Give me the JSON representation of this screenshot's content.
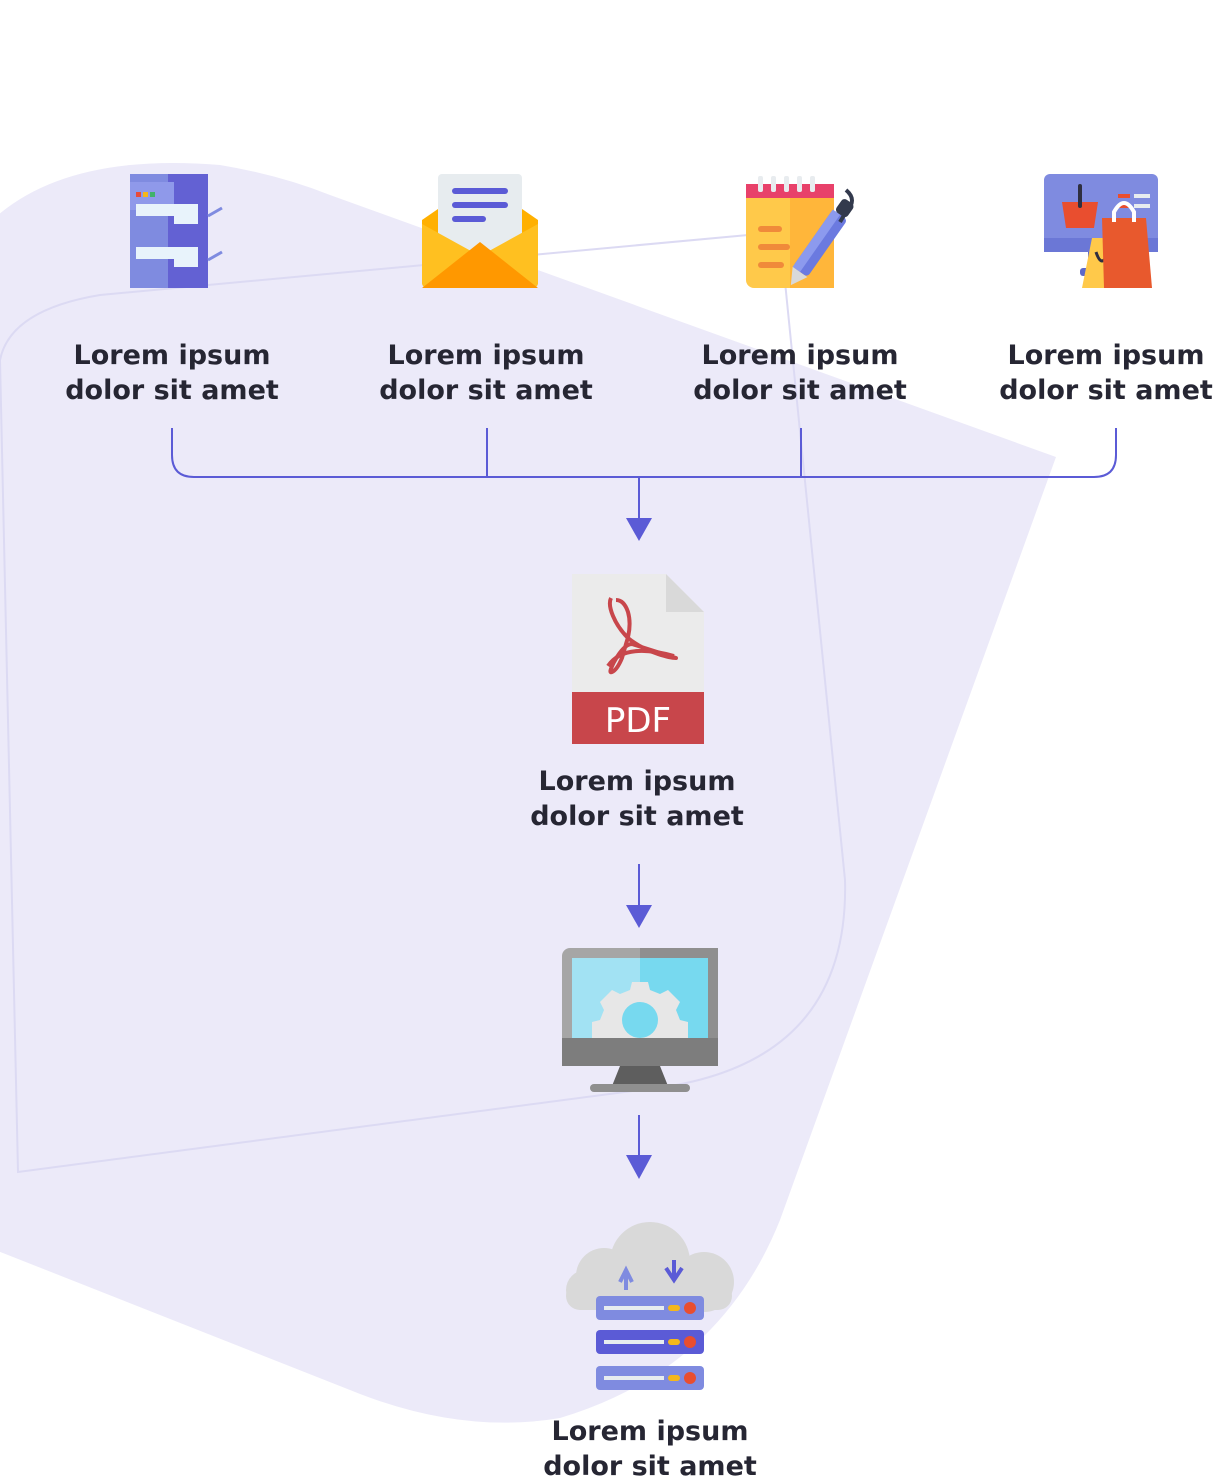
{
  "colors": {
    "accent": "#5b5bd6",
    "background_blob": "#eceaf9",
    "text": "#262633"
  },
  "sources": [
    {
      "icon": "multifunction-printer-icon",
      "line1": "Lorem ipsum",
      "line2": "dolor sit amet"
    },
    {
      "icon": "email-envelope-icon",
      "line1": "Lorem ipsum",
      "line2": "dolor sit amet"
    },
    {
      "icon": "notepad-pen-icon",
      "line1": "Lorem ipsum",
      "line2": "dolor sit amet"
    },
    {
      "icon": "online-shopping-icon",
      "line1": "Lorem ipsum",
      "line2": "dolor sit amet"
    }
  ],
  "pdf": {
    "icon": "pdf-file-icon",
    "badge": "PDF",
    "line1": "Lorem ipsum",
    "line2": "dolor sit amet"
  },
  "computer": {
    "icon": "computer-settings-icon"
  },
  "cloud": {
    "icon": "cloud-server-icon",
    "line1": "Lorem ipsum",
    "line2": "dolor sit amet"
  }
}
